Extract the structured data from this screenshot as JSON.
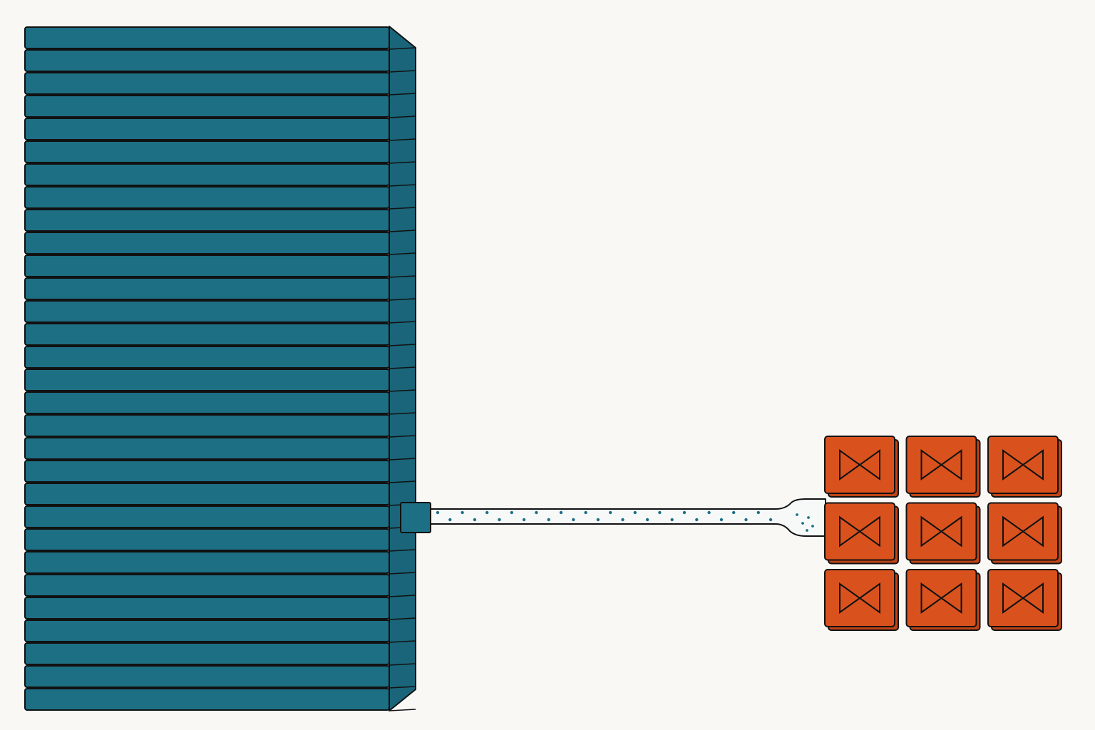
{
  "diagram": {
    "background_color": "#f9f8f5",
    "stack": {
      "slab_count": 30,
      "fill_color": "#1d6f84",
      "side_color": "#1a6579",
      "outline_color": "#111111"
    },
    "connector": {
      "port_color": "#1d6f84",
      "tube_color": "#f7f9f9",
      "dot_color": "#1d6f84"
    },
    "tiles": {
      "rows": 3,
      "columns": 3,
      "fill_color": "#d9521e",
      "side_color": "#bf4418",
      "outline_color": "#111111",
      "icon": "bowtie-valve-icon"
    }
  }
}
